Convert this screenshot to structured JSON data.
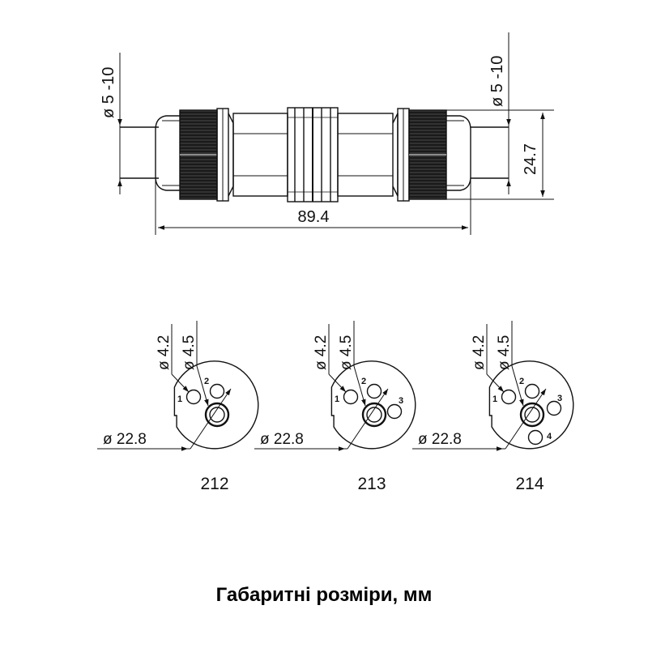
{
  "side_view": {
    "cable_dia_left": "ø 5 -10",
    "cable_dia_right": "ø 5 -10",
    "length": "89.4",
    "height": "24.7"
  },
  "faces": [
    {
      "code": "212",
      "pin_dia": "ø 4.2",
      "hole_dia": "ø 4.5",
      "outer_dia": "ø 22.8",
      "pins": [
        "1",
        "2"
      ]
    },
    {
      "code": "213",
      "pin_dia": "ø 4.2",
      "hole_dia": "ø 4.5",
      "outer_dia": "ø 22.8",
      "pins": [
        "1",
        "2",
        "3"
      ]
    },
    {
      "code": "214",
      "pin_dia": "ø 4.2",
      "hole_dia": "ø 4.5",
      "outer_dia": "ø 22.8",
      "pins": [
        "1",
        "2",
        "3",
        "4"
      ]
    }
  ],
  "caption": "Габаритні розміри, мм"
}
